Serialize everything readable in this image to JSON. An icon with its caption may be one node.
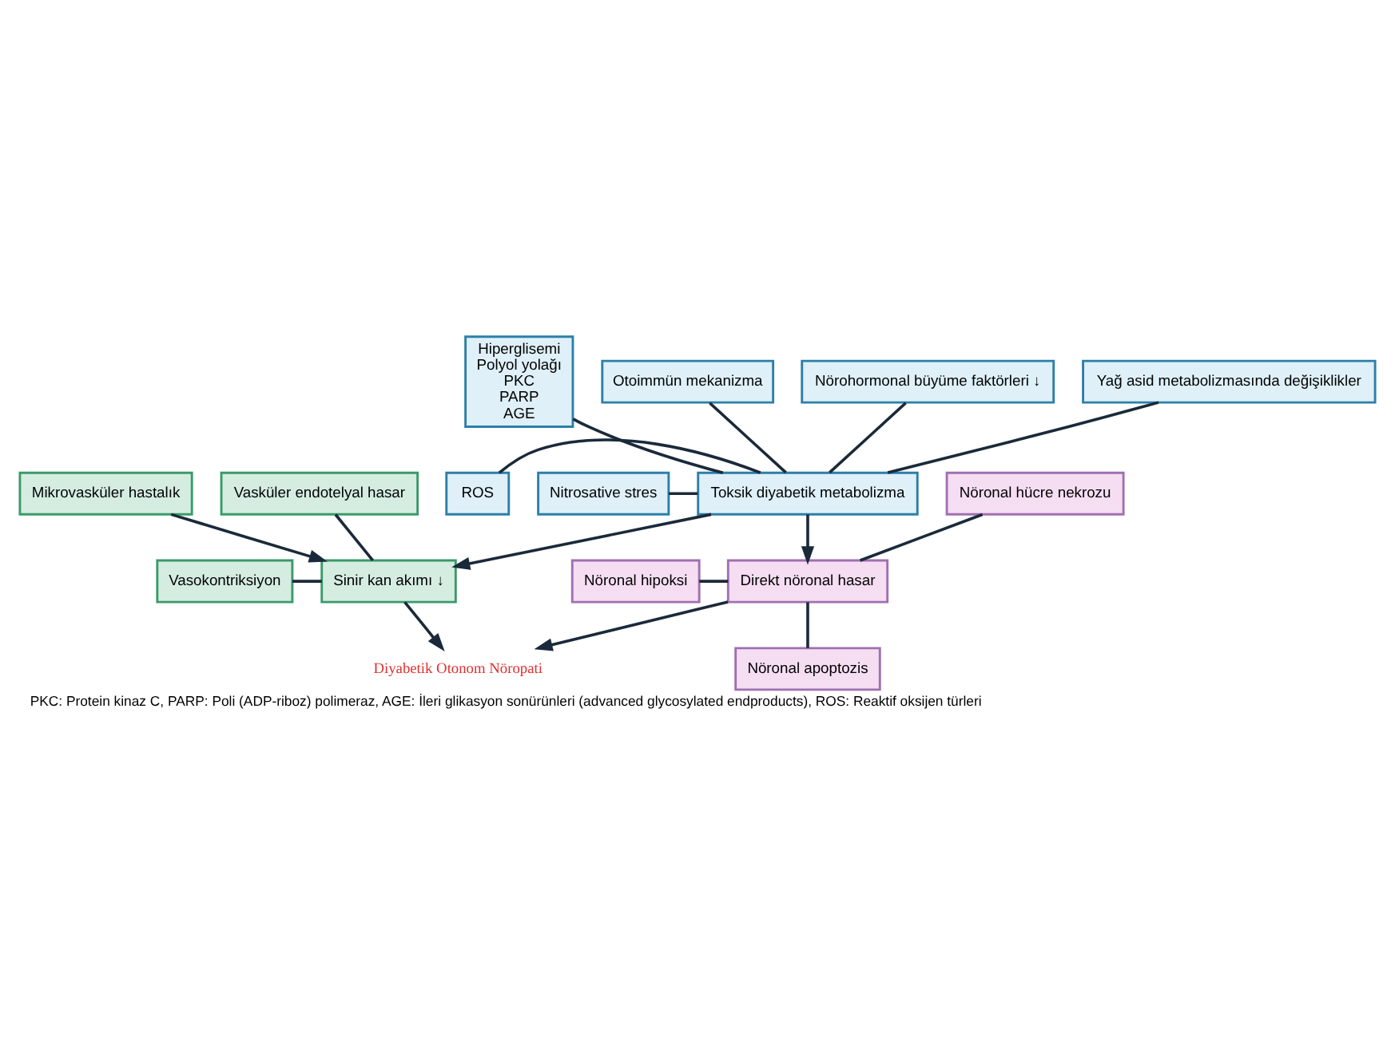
{
  "diagram": {
    "caption": "PKC: Protein kinaz C, PARP: Poli (ADP-riboz) polimeraz, AGE: İleri glikasyon sonürünleri (advanced glycosylated endproducts), ROS: Reaktif oksijen türleri",
    "nodes": [
      {
        "text": [
          "Hiperglisemi",
          "Polyol yolağı",
          "PKC",
          "PARP",
          "AGE"
        ]
      },
      {
        "text": [
          "Otoimmün mekanizma"
        ]
      },
      {
        "text": [
          "Nörohormonal büyüme faktörleri ↓"
        ]
      },
      {
        "text": [
          "Yağ asid metabolizmasında değişiklikler"
        ]
      },
      {
        "text": [
          "Nitrosative stres"
        ]
      },
      {
        "text": [
          "Toksik diyabetik metabolizma"
        ]
      },
      {
        "text": [
          "ROS"
        ]
      },
      {
        "text": [
          "Mikrovasküler hastalık"
        ]
      },
      {
        "text": [
          "Nöronal hücre nekrozu"
        ]
      },
      {
        "text": [
          "Vasküler endotelyal hasar"
        ]
      },
      {
        "text": [
          "Nöronal hipoksi"
        ]
      },
      {
        "text": [
          "Direkt nöronal hasar"
        ]
      },
      {
        "text": [
          "Sinir kan akımı ↓"
        ]
      },
      {
        "text": [
          "Vasokontriksiyon"
        ]
      },
      {
        "text": [
          "Nöronal apoptozis"
        ]
      },
      {
        "text": [
          "Diyabetik Otonom Nöropati"
        ]
      }
    ],
    "edges": [
      {
        "from": 1,
        "to": 5,
        "arrow": "none"
      },
      {
        "from": 0,
        "to": 5,
        "arrow": "none"
      },
      {
        "from": 2,
        "to": 5,
        "arrow": "none"
      },
      {
        "from": 3,
        "to": 5,
        "arrow": "none"
      },
      {
        "from": 4,
        "to": 5,
        "arrow": "none"
      },
      {
        "from": 6,
        "to": 5,
        "arrow": "none"
      },
      {
        "from": 5,
        "to": 11,
        "arrow": "to"
      },
      {
        "from": 5,
        "to": 12,
        "arrow": "to"
      },
      {
        "from": 7,
        "to": 12,
        "arrow": "to"
      },
      {
        "from": 8,
        "to": 11,
        "arrow": "none"
      },
      {
        "from": 10,
        "to": 11,
        "arrow": "none"
      },
      {
        "from": 14,
        "to": 11,
        "arrow": "none"
      },
      {
        "from": 9,
        "to": 12,
        "arrow": "none"
      },
      {
        "from": 13,
        "to": 12,
        "arrow": "none"
      },
      {
        "from": 11,
        "to": 15,
        "arrow": "to"
      },
      {
        "from": 12,
        "to": 15,
        "arrow": "to"
      }
    ]
  }
}
